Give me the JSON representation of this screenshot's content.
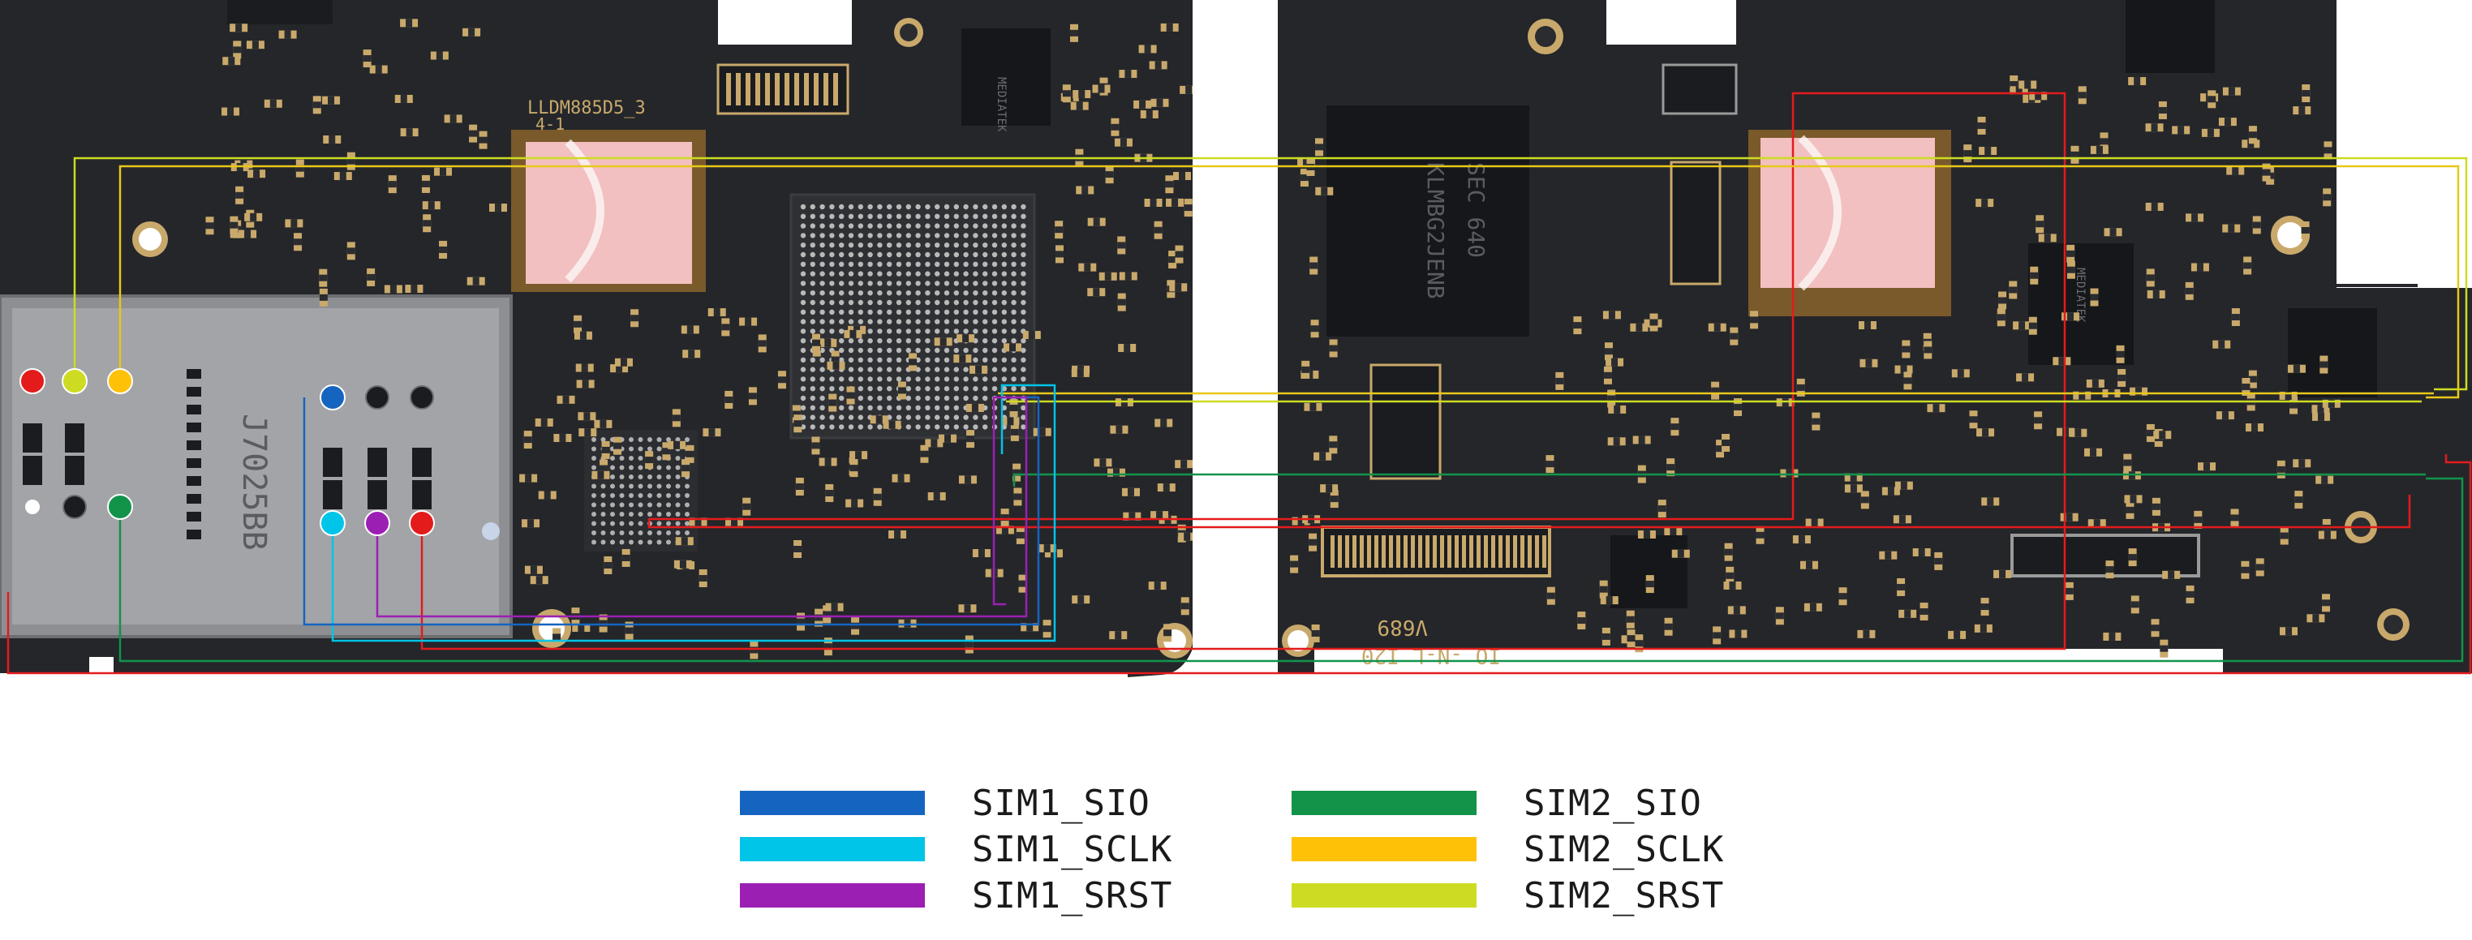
{
  "board": {
    "silkscreen": {
      "label_lldm": "LLDM885D5_3",
      "label_41": "4-1",
      "label_j7025bb": "J7025BB",
      "label_mediatek_1": "MEDIATEK",
      "label_mediatek_2": "MEDIATEK",
      "label_sec": "SEC 640",
      "label_klm": "KLMBG2JENB",
      "label_bottom": "IO -N-L I20",
      "label_mark": "V689"
    },
    "colors": {
      "board_dark": "#24262a",
      "board_darker": "#1a1c1f",
      "pad_gold": "#c9a96b",
      "connector_gray": "#9a9a9a",
      "chip_black": "#15171a",
      "highlight_pink": "#f2c0c0"
    }
  },
  "signals": [
    {
      "id": "sim1_sio",
      "name": "SIM1_SIO",
      "color": "#1565c0"
    },
    {
      "id": "sim1_sclk",
      "name": "SIM1_SCLK",
      "color": "#00c4e8"
    },
    {
      "id": "sim1_srst",
      "name": "SIM1_SRST",
      "color": "#9c1fb4"
    },
    {
      "id": "sim2_sio",
      "name": "SIM2_SIO",
      "color": "#12934a"
    },
    {
      "id": "sim2_sclk",
      "name": "SIM2_SCLK",
      "color": "#ffc107"
    },
    {
      "id": "sim2_srst",
      "name": "SIM2_SRST",
      "color": "#cddc22"
    }
  ],
  "trace_colors": {
    "red": "#e41b1b",
    "yellow": "#e8c81a",
    "lime": "#cddc22",
    "green": "#12934a",
    "cyan": "#00c4e8",
    "blue": "#1565c0",
    "purple": "#9c1fb4"
  }
}
